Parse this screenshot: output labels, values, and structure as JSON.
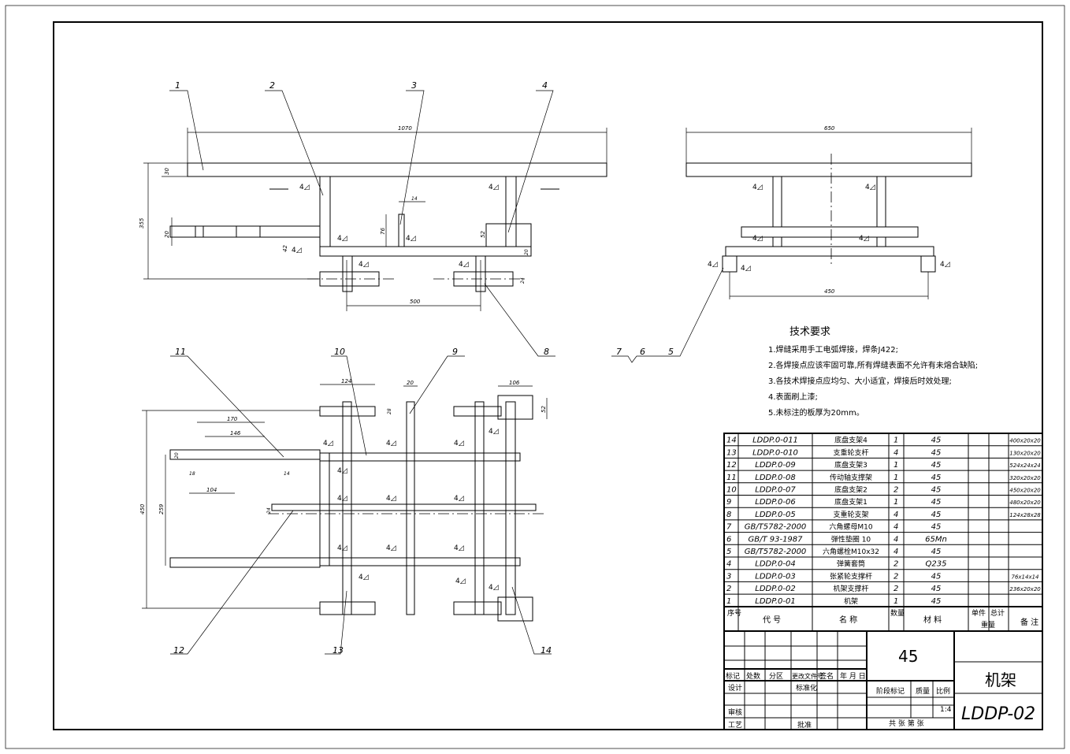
{
  "dimensions": {
    "front_top_length": "1070",
    "front_height": "355",
    "front_top_thk": "30",
    "front_left_bar": "20",
    "front_gap": "42",
    "front_bracket_h": "76",
    "front_bracket_w": "14",
    "front_spring_h": "52",
    "front_bottom_thk": "20",
    "front_foot_h": "24",
    "front_wheel_span": "500",
    "side_top_width": "650",
    "side_bottom_width": "450",
    "plan_124": "124",
    "plan_20": "20",
    "plan_106": "106",
    "plan_52": "52",
    "plan_28": "28",
    "plan_170": "170",
    "plan_146": "146",
    "plan_20b": "20",
    "plan_18": "18",
    "plan_14": "14",
    "plan_104": "104",
    "plan_450": "450",
    "plan_259": "259",
    "plan_24": "24"
  },
  "balloons": [
    "1",
    "2",
    "3",
    "4",
    "5",
    "6",
    "7",
    "8",
    "9",
    "10",
    "11",
    "12",
    "13",
    "14"
  ],
  "tech_requirements": {
    "title": "技术要求",
    "items": [
      "1.焊缝采用手工电弧焊接，焊条J422;",
      "2.各焊接点应该牢固可靠,所有焊缝表面不允许有未熔合缺陷;",
      "3.各技术焊接点应均匀、大小适宜，焊接后时效处理;",
      "4.表面刷上漆;",
      "5.未标注的板厚为20mm。"
    ]
  },
  "bom": {
    "rows": [
      {
        "no": "14",
        "code": "LDDP.0-011",
        "name": "底盘支架4",
        "qty": "1",
        "material": "45",
        "note": "400x20x20"
      },
      {
        "no": "13",
        "code": "LDDP.0-010",
        "name": "支重轮支杆",
        "qty": "4",
        "material": "45",
        "note": "130x20x20"
      },
      {
        "no": "12",
        "code": "LDDP.0-09",
        "name": "底盘支架3",
        "qty": "1",
        "material": "45",
        "note": "524x24x24"
      },
      {
        "no": "11",
        "code": "LDDP.0-08",
        "name": "传动轴支撑架",
        "qty": "1",
        "material": "45",
        "note": "320x20x20"
      },
      {
        "no": "10",
        "code": "LDDP.0-07",
        "name": "底盘支架2",
        "qty": "2",
        "material": "45",
        "note": "450x20x20"
      },
      {
        "no": "9",
        "code": "LDDP.0-06",
        "name": "底盘支架1",
        "qty": "1",
        "material": "45",
        "note": "480x20x20"
      },
      {
        "no": "8",
        "code": "LDDP.0-05",
        "name": "支重轮支架",
        "qty": "4",
        "material": "45",
        "note": "124x28x28"
      },
      {
        "no": "7",
        "code": "GB/T5782-2000",
        "name": "六角螺母M10",
        "qty": "4",
        "material": "45",
        "note": ""
      },
      {
        "no": "6",
        "code": "GB/T 93-1987",
        "name": "弹性垫圈 10",
        "qty": "4",
        "material": "65Mn",
        "note": ""
      },
      {
        "no": "5",
        "code": "GB/T5782-2000",
        "name": "六角螺栓M10x32",
        "qty": "4",
        "material": "45",
        "note": ""
      },
      {
        "no": "4",
        "code": "LDDP.0-04",
        "name": "弹簧套筒",
        "qty": "2",
        "material": "Q235",
        "note": ""
      },
      {
        "no": "3",
        "code": "LDDP.0-03",
        "name": "张紧轮支撑杆",
        "qty": "2",
        "material": "45",
        "note": "76x14x14"
      },
      {
        "no": "2",
        "code": "LDDP.0-02",
        "name": "机架支撑杆",
        "qty": "2",
        "material": "45",
        "note": "236x20x20"
      },
      {
        "no": "1",
        "code": "LDDP.0-01",
        "name": "机架",
        "qty": "1",
        "material": "45",
        "note": ""
      }
    ],
    "header": {
      "no": "序号",
      "code": "代 号",
      "name": "名 称",
      "qty": "数量",
      "material": "材 料",
      "unit_weight": "单件",
      "total_weight": "总计",
      "weight": "重量",
      "note": "备 注"
    }
  },
  "title_block": {
    "material": "45",
    "part_name": "机架",
    "drawing_no": "LDDP-02",
    "scale": "1:4",
    "labels": {
      "mark": "标记",
      "count": "处数",
      "zone": "分区",
      "change_doc": "更改文件号",
      "sign": "签名",
      "date": "年 月 日",
      "design": "设计",
      "standard": "标准化",
      "stage": "阶段标记",
      "weight": "质量",
      "scale": "比例",
      "review": "审核",
      "process": "工艺",
      "approve": "批准",
      "sheets": "共   张    第   张"
    }
  }
}
